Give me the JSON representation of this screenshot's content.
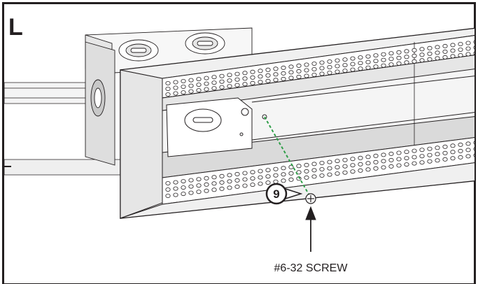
{
  "step_label": "L",
  "callout": {
    "screw_label": "#6-32 SCREW",
    "part_number": "9"
  },
  "colors": {
    "line": "#231f20",
    "fixture_fill": "#ffffff",
    "shade_light": "#e6e6e6",
    "shade_mid": "#c8c8c8",
    "leader_dashed": "#2e9e47"
  }
}
